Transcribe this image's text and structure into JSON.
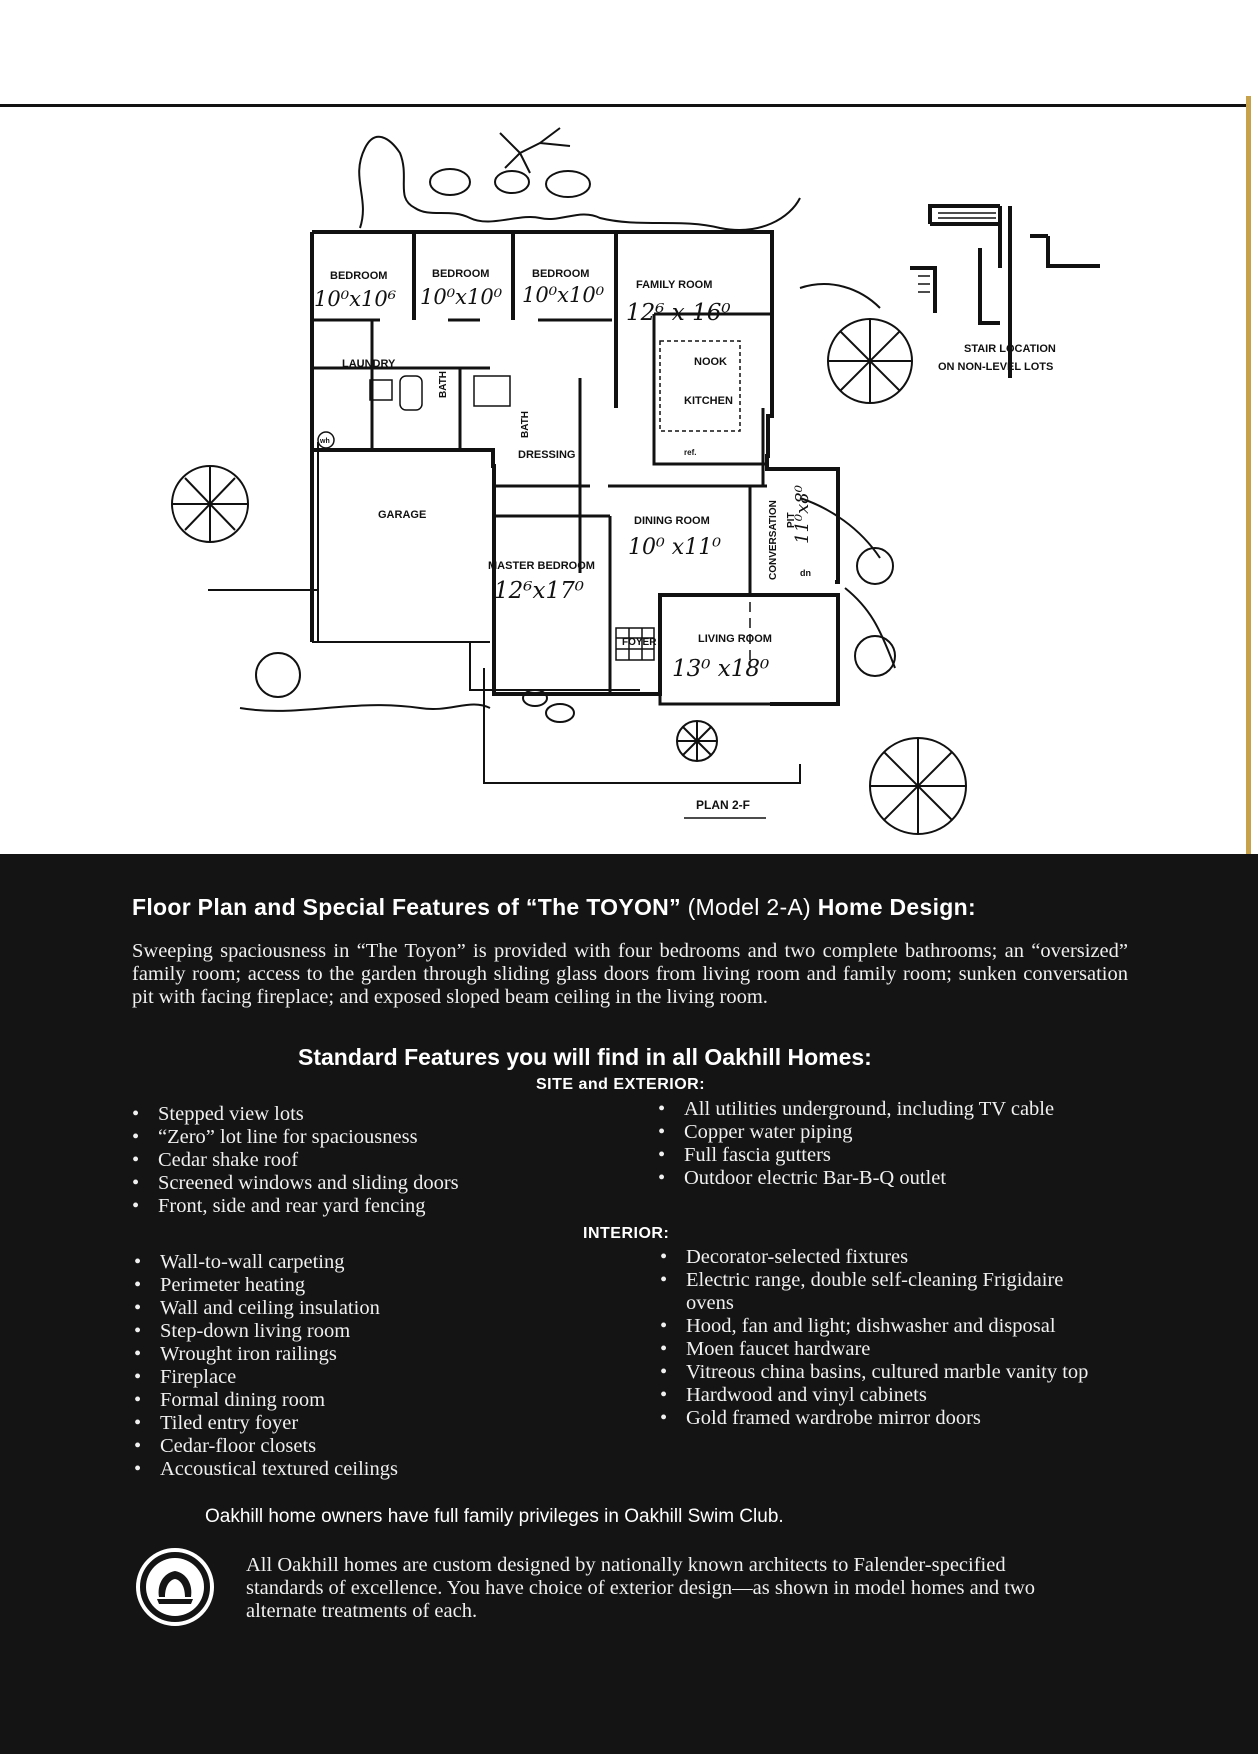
{
  "plan": {
    "rooms": {
      "bedroom1": "BEDROOM",
      "bedroom1_size": "10⁰x10⁶",
      "bedroom2": "BEDROOM",
      "bedroom2_size": "10⁰x10⁰",
      "bedroom3": "BEDROOM",
      "bedroom3_size": "10⁰x10⁰",
      "family": "FAMILY ROOM",
      "family_size": "12⁶ x 16⁰",
      "laundry": "LAUNDRY",
      "bath1": "BATH",
      "bath2": "BATH",
      "nook": "NOOK",
      "kitchen": "KITCHEN",
      "dressing": "DRESSING",
      "garage": "GARAGE",
      "dining": "DINING ROOM",
      "dining_size": "10⁰ x11⁰",
      "pit1": "CONVERSATION",
      "pit2": "PIT",
      "pit_size": "11⁰x8⁰",
      "master": "MASTER BEDROOM",
      "master_size": "12⁶x17⁰",
      "foyer": "FOYER",
      "living": "LIVING ROOM",
      "living_size": "13⁰ x18⁰",
      "dn": "dn",
      "ref": "ref.",
      "wh": "wh"
    },
    "stair_label_1": "STAIR LOCATION",
    "stair_label_2": "ON NON-LEVEL LOTS",
    "plan_label": "PLAN 2-F"
  },
  "headline": {
    "part1": "Floor Plan and Special Features of “The TOYON”",
    "part2": "(Model 2-A)",
    "part3": "Home Design:"
  },
  "intro": "Sweeping spaciousness in “The Toyon” is provided with four bedrooms and two complete bathrooms; an “oversized” family room; access to the garden through sliding glass doors from living room and family room; sunken conversation pit with facing fireplace; and exposed sloped beam ceiling in the living room.",
  "subhead": "Standard Features you will find in all Oakhill Homes:",
  "site_label": "SITE and EXTERIOR:",
  "interior_label": "INTERIOR:",
  "site_left": [
    "Stepped view lots",
    "“Zero” lot line for spaciousness",
    "Cedar shake roof",
    "Screened windows and sliding doors",
    "Front, side and rear yard fencing"
  ],
  "site_right": [
    "All utilities underground, including TV cable",
    "Copper water piping",
    "Full fascia gutters",
    "Outdoor electric Bar-B-Q outlet"
  ],
  "interior_left": [
    "Wall-to-wall carpeting",
    "Perimeter heating",
    "Wall and ceiling insulation",
    "Step-down living room",
    "Wrought iron railings",
    "Fireplace",
    "Formal dining room",
    "Tiled entry foyer",
    "Cedar-floor closets",
    "Accoustical textured ceilings"
  ],
  "interior_right": [
    "Decorator-selected fixtures",
    "Electric range, double self-cleaning Frigidaire ovens",
    "Hood, fan and light; dishwasher and disposal",
    "Moen faucet hardware",
    "Vitreous china basins, cultured marble vanity top",
    "Hardwood and vinyl cabinets",
    "Gold framed wardrobe mirror doors"
  ],
  "swim_club": "Oakhill home owners have full family privileges in Oakhill Swim Club.",
  "closing": "All Oakhill homes are custom designed by nationally known architects to Falender-specified standards of excellence. You have choice of exterior design—as shown in model homes and two alternate treatments of each."
}
